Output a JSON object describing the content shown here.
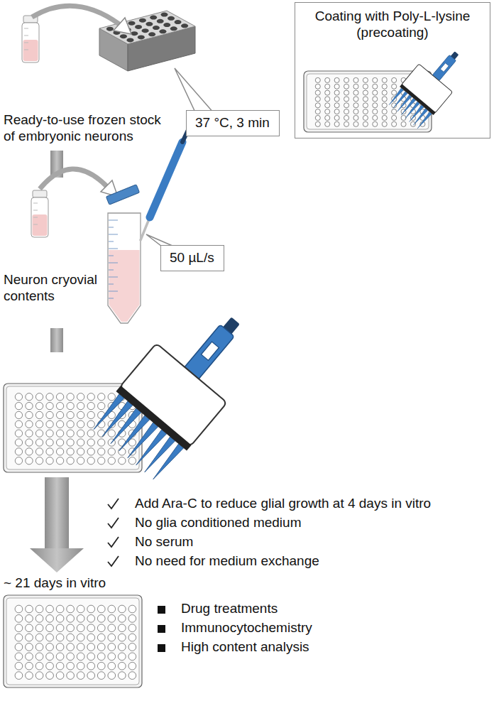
{
  "diagram": {
    "nodes": [
      {
        "text": [
          "Coating with Poly-L-lysine (precoating)"
        ]
      },
      {
        "text": [
          "37 °C, 3 min"
        ]
      },
      {
        "text": [
          "50 µL/s"
        ]
      }
    ],
    "labels": [
      "Ready-to-use frozen stock of embryonic neurons",
      "Neuron cryovial contents",
      "Add Ara-C to reduce glial growth at 4 days in vitro",
      "No glia conditioned medium",
      "No serum",
      "No need for medium exchange",
      "~ 21 days in vitro",
      "Drug treatments",
      "Immunocytochemistry",
      "High content analysis"
    ]
  }
}
